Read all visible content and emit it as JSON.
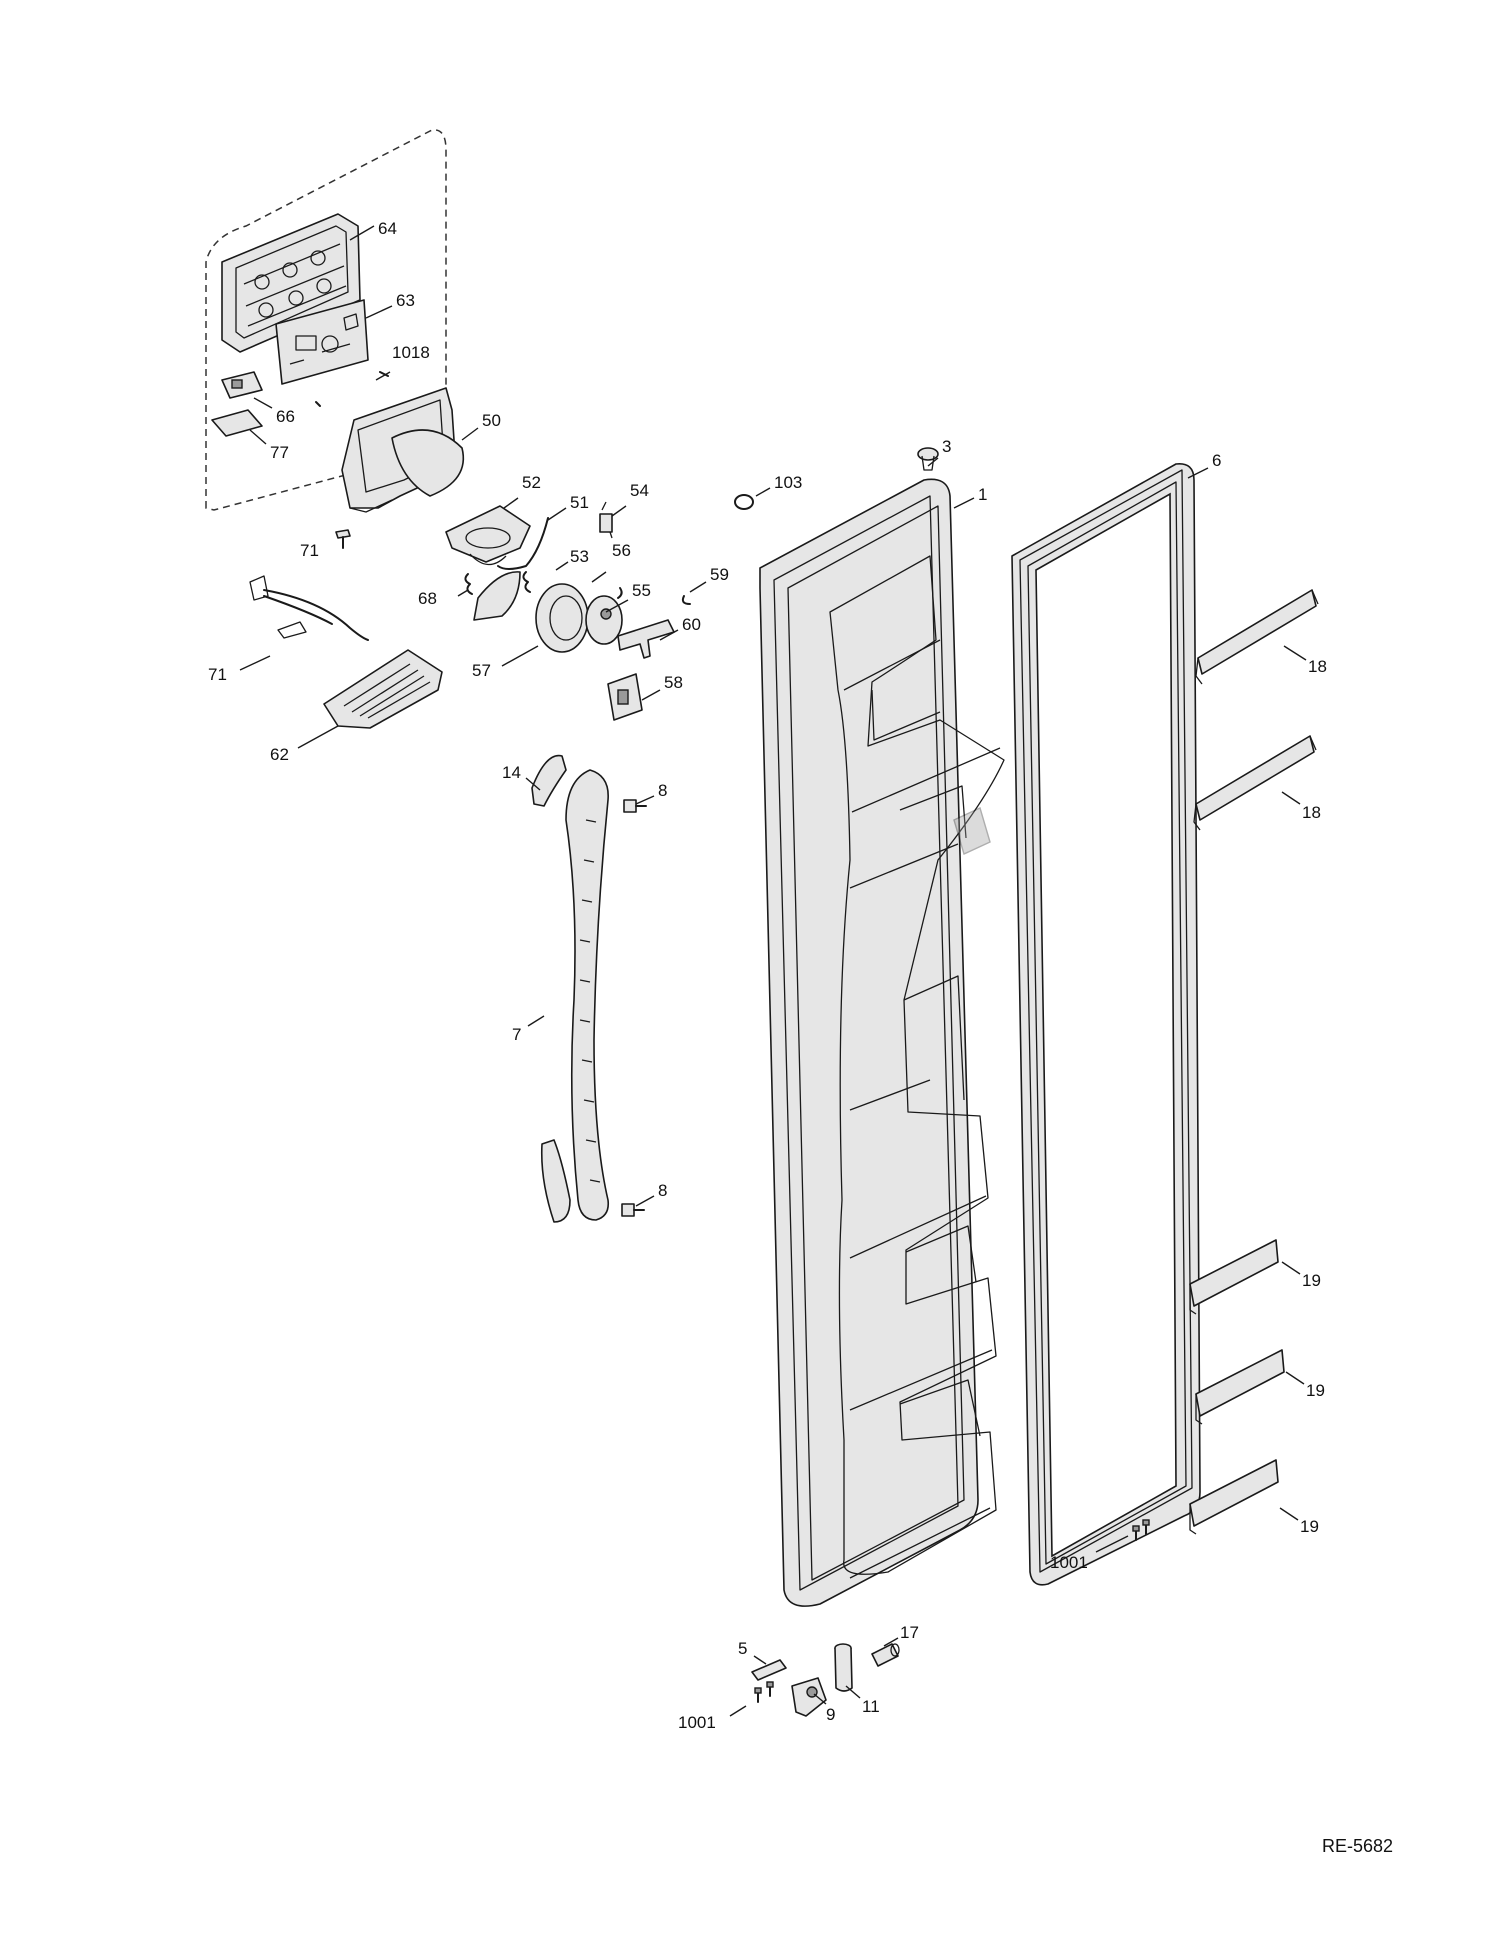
{
  "drawing_number": "RE-5682",
  "callouts": [
    {
      "id": "c64",
      "label": "64"
    },
    {
      "id": "c63",
      "label": "63"
    },
    {
      "id": "c1018",
      "label": "1018"
    },
    {
      "id": "c66",
      "label": "66"
    },
    {
      "id": "c77",
      "label": "77"
    },
    {
      "id": "c50",
      "label": "50"
    },
    {
      "id": "c3",
      "label": "3"
    },
    {
      "id": "c6",
      "label": "6"
    },
    {
      "id": "c103",
      "label": "103"
    },
    {
      "id": "c1",
      "label": "1"
    },
    {
      "id": "c52",
      "label": "52"
    },
    {
      "id": "c54",
      "label": "54"
    },
    {
      "id": "c51",
      "label": "51"
    },
    {
      "id": "c71a",
      "label": "71"
    },
    {
      "id": "c53",
      "label": "53"
    },
    {
      "id": "c56",
      "label": "56"
    },
    {
      "id": "c59",
      "label": "59"
    },
    {
      "id": "c68",
      "label": "68"
    },
    {
      "id": "c55",
      "label": "55"
    },
    {
      "id": "c60",
      "label": "60"
    },
    {
      "id": "c57",
      "label": "57"
    },
    {
      "id": "c71b",
      "label": "71"
    },
    {
      "id": "c58",
      "label": "58"
    },
    {
      "id": "c18a",
      "label": "18"
    },
    {
      "id": "c62",
      "label": "62"
    },
    {
      "id": "c14",
      "label": "14"
    },
    {
      "id": "c8a",
      "label": "8"
    },
    {
      "id": "c18b",
      "label": "18"
    },
    {
      "id": "c7",
      "label": "7"
    },
    {
      "id": "c8b",
      "label": "8"
    },
    {
      "id": "c19a",
      "label": "19"
    },
    {
      "id": "c19b",
      "label": "19"
    },
    {
      "id": "c19c",
      "label": "19"
    },
    {
      "id": "c1001a",
      "label": "1001"
    },
    {
      "id": "c5",
      "label": "5"
    },
    {
      "id": "c17",
      "label": "17"
    },
    {
      "id": "c9",
      "label": "9"
    },
    {
      "id": "c11",
      "label": "11"
    },
    {
      "id": "c1001b",
      "label": "1001"
    }
  ]
}
